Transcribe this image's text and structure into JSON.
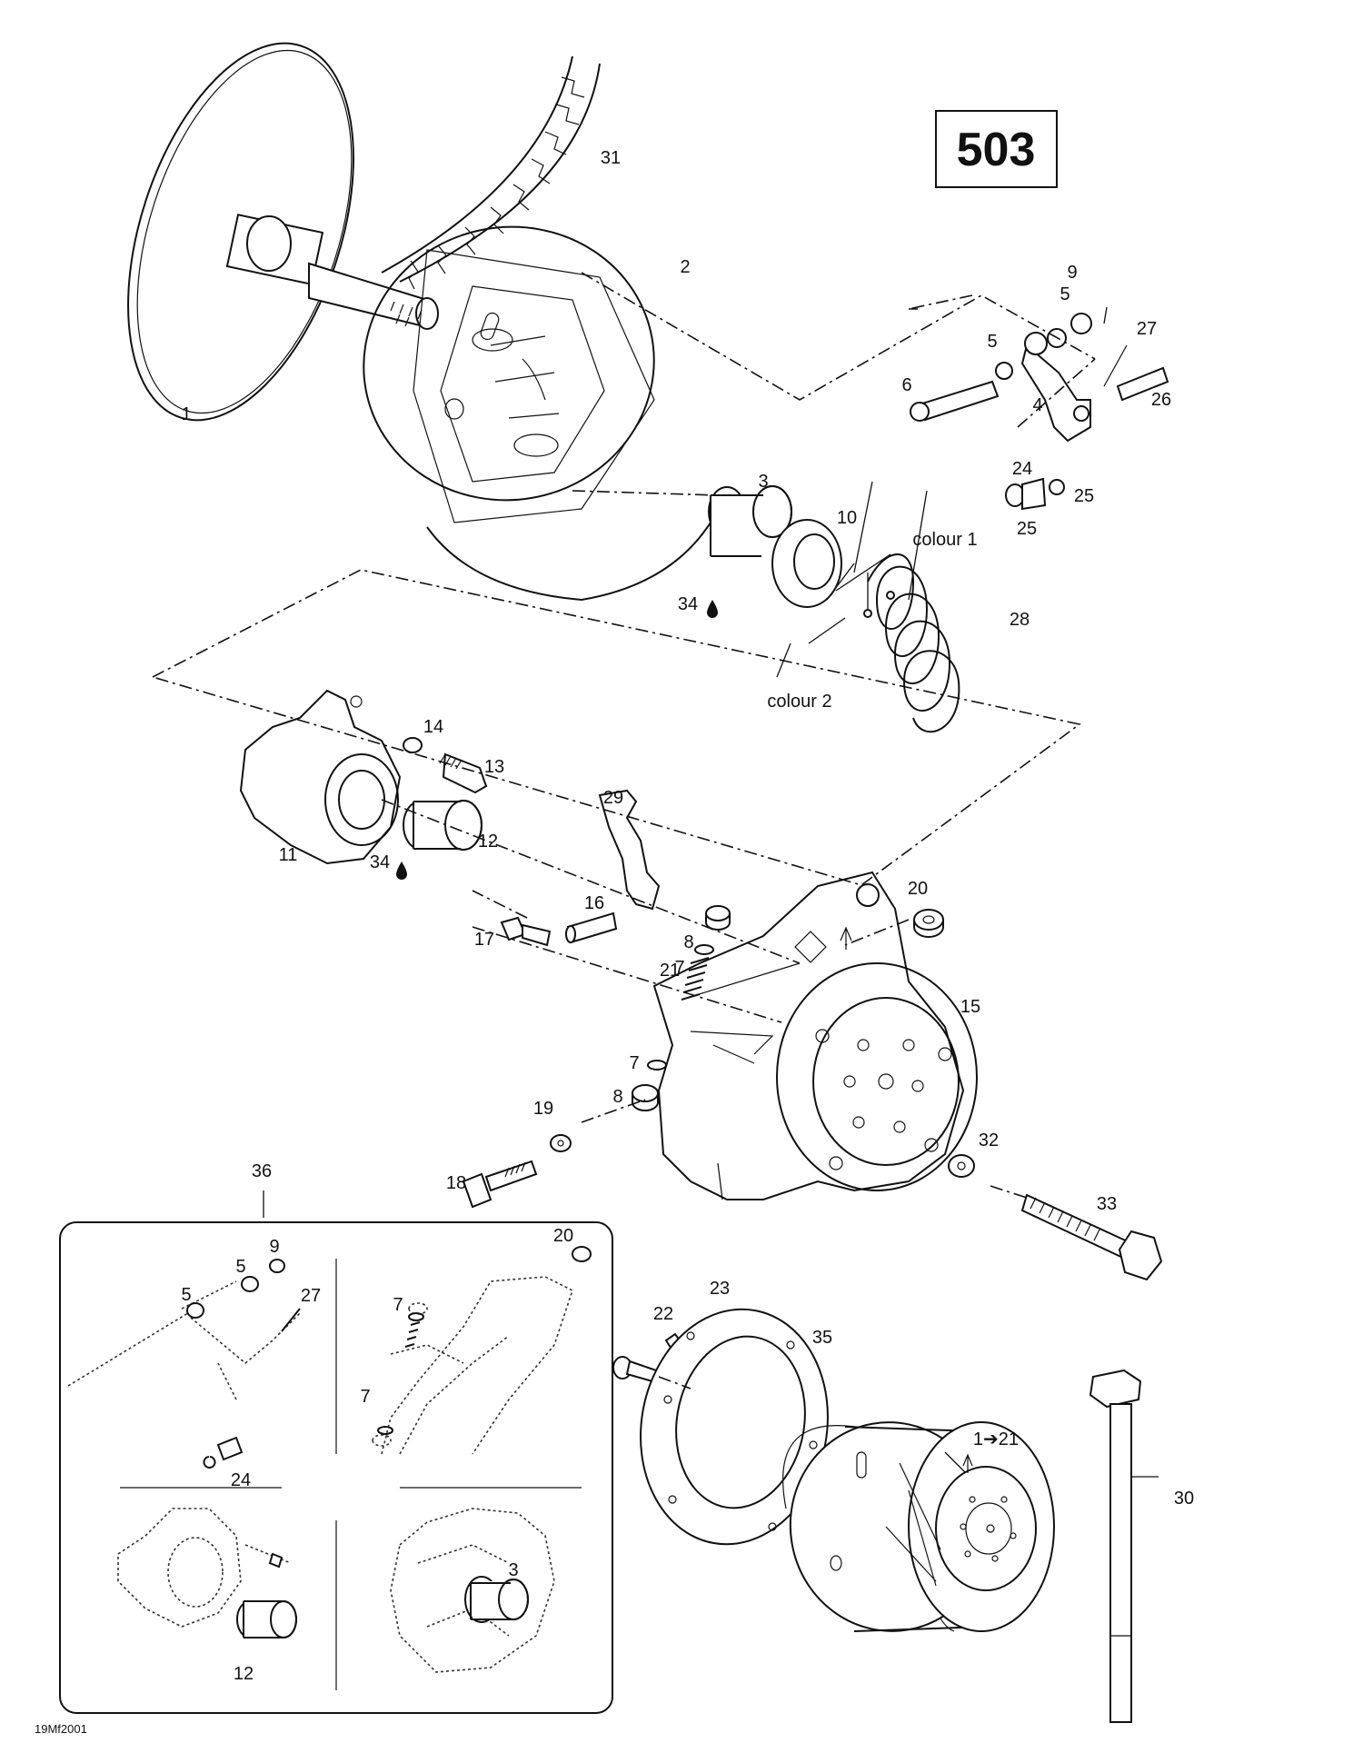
{
  "diagram": {
    "page_number": "503",
    "drawing_code": "19Mf2001",
    "callouts": {
      "c1": "1",
      "c2": "2",
      "c3": "3",
      "c4": "4",
      "c5a": "5",
      "c5b": "5",
      "c6": "6",
      "c7a": "7",
      "c7b": "7",
      "c8a": "8",
      "c8b": "8",
      "c9": "9",
      "c10": "10",
      "c11": "11",
      "c12": "12",
      "c13": "13",
      "c14": "14",
      "c15": "15",
      "c16": "16",
      "c17": "17",
      "c18": "18",
      "c19": "19",
      "c20": "20",
      "c21": "21",
      "c22": "22",
      "c23": "23",
      "c24": "24",
      "c25a": "25",
      "c25b": "25",
      "c26": "26",
      "c27": "27",
      "c28": "28",
      "c29": "29",
      "c30": "30",
      "c31": "31",
      "c32": "32",
      "c33": "33",
      "c34a": "34",
      "c34b": "34",
      "c35": "35",
      "c36": "36",
      "c1to21": "1➔21",
      "colour1": "colour 1",
      "colour2": "colour 2"
    },
    "inset_callouts": {
      "i5a": "5",
      "i5b": "5",
      "i9": "9",
      "i27": "27",
      "i24": "24",
      "i7a": "7",
      "i7b": "7",
      "i20": "20",
      "i12": "12",
      "i3": "3"
    }
  }
}
